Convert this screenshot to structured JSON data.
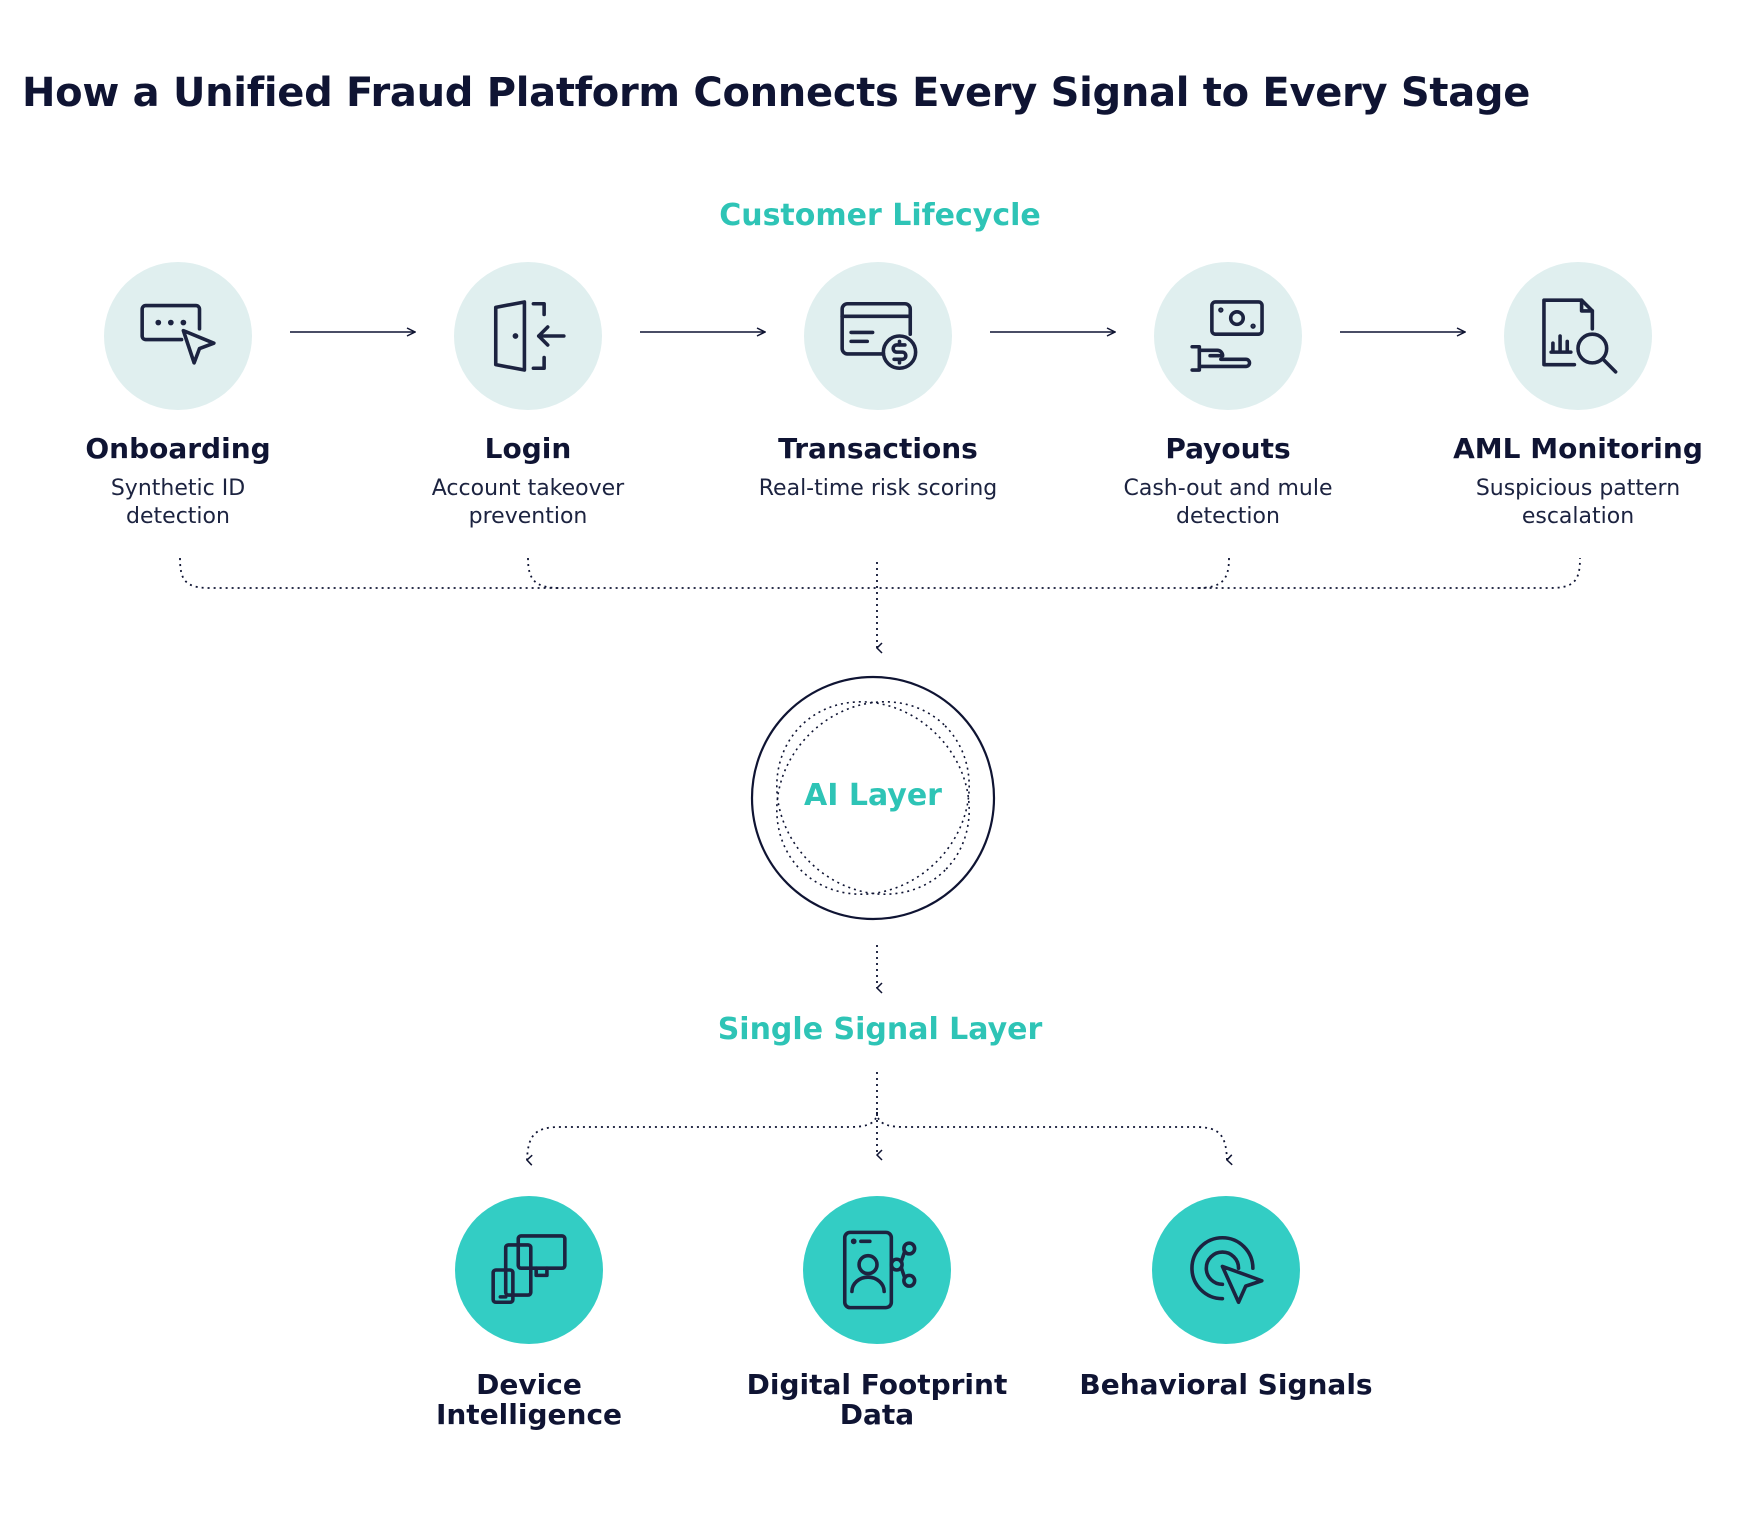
{
  "title": "How a Unified Fraud Platform Connects Every Signal to Every Stage",
  "lifecycle": {
    "label": "Customer Lifecycle",
    "stages": [
      {
        "name": "Onboarding",
        "description": "Synthetic ID detection",
        "icon": "dialog-cursor-icon"
      },
      {
        "name": "Login",
        "description": "Account takeover prevention",
        "icon": "door-login-icon"
      },
      {
        "name": "Transactions",
        "description": "Real-time risk scoring",
        "icon": "card-dollar-icon"
      },
      {
        "name": "Payouts",
        "description": "Cash-out and mule detection",
        "icon": "hand-cash-icon"
      },
      {
        "name": "AML Monitoring",
        "description": "Suspicious pattern escalation",
        "icon": "report-magnifier-icon"
      }
    ]
  },
  "ai_layer": {
    "label": "AI Layer"
  },
  "signal_layer": {
    "label": "Single Signal Layer",
    "signals": [
      {
        "name": "Device Intelligence",
        "icon": "devices-icon"
      },
      {
        "name": "Digital Footprint Data",
        "icon": "phone-share-icon"
      },
      {
        "name": "Behavioral Signals",
        "icon": "target-cursor-icon"
      }
    ]
  },
  "colors": {
    "accent": "#2ec4b6",
    "signal_circle": "#33cdc4",
    "stage_circle": "#e0efef",
    "text": "#0f1433"
  }
}
